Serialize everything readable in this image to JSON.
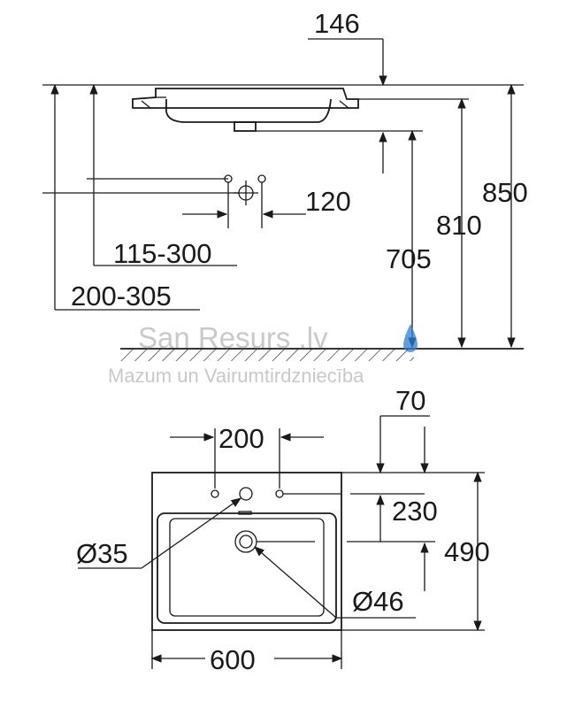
{
  "side_view": {
    "dim_146": "146",
    "dim_850": "850",
    "dim_810": "810",
    "dim_705": "705",
    "dim_120": "120",
    "dim_115_300": "115-300",
    "dim_200_305": "200-305"
  },
  "watermark": {
    "brand": "San Resurs .lv",
    "tagline": "Mazum un Vairumtirdzniecība"
  },
  "top_view": {
    "dim_70": "70",
    "dim_200": "200",
    "dim_230": "230",
    "dim_490": "490",
    "dim_600": "600",
    "dim_d35": "Ø35",
    "dim_d46": "Ø46"
  },
  "colors": {
    "line": "#1a1a1a",
    "watermark": "#c9c9c9",
    "drop": "#2f7fd0"
  }
}
